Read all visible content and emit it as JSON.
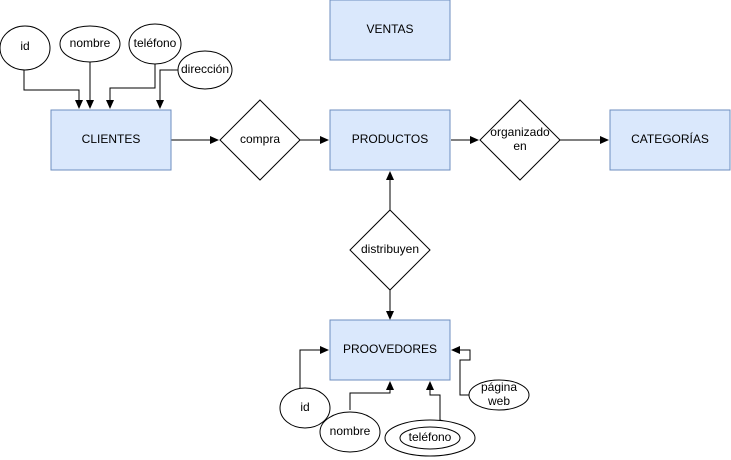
{
  "entities": {
    "ventas": "VENTAS",
    "clientes": "CLIENTES",
    "productos": "PRODUCTOS",
    "categorias": "CATEGORÍAS",
    "proovedores": "PROOVEDORES"
  },
  "relationships": {
    "compra": "compra",
    "organizado_line1": "organizado",
    "organizado_line2": "en",
    "distribuyen": "distribuyen"
  },
  "attributes": {
    "clientes": {
      "id": "id",
      "nombre": "nombre",
      "telefono": "teléfono",
      "direccion": "dirección"
    },
    "proovedores": {
      "id": "id",
      "nombre": "nombre",
      "telefono": "teléfono",
      "pagina_line1": "página",
      "pagina_line2": "web"
    }
  },
  "colors": {
    "entity_fill": "#dae8fc",
    "entity_stroke": "#6c8ebf",
    "line": "#000000"
  }
}
